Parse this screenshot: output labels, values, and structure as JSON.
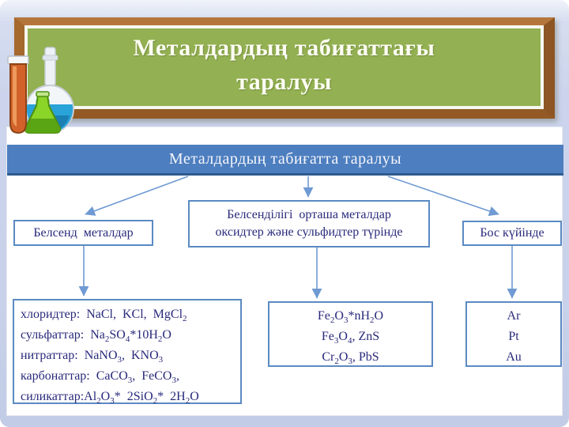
{
  "slide": {
    "title": "Металдардың табиғаттағы\nтаралуы"
  },
  "diagram": {
    "header": "Металдардың табиғатта таралуы",
    "categories": [
      {
        "label": "Белсенд  металдар"
      },
      {
        "label": "Белсенділігі  орташа металдар\nоксидтер және сульфидтер түрінде"
      },
      {
        "label": "Бос күйінде"
      }
    ],
    "details": [
      {
        "lines": [
          "хлоридтер:  NaCl,  KCl,  MgCl_2",
          "сульфаттар:  Na_2SO_4*10H_2O",
          "нитраттар:  NaNO_3,  KNO_3",
          "карбонаттар:  CaCO_3,  FeCO_3,",
          "силикаттар:Al_2O_3*  2SiO_2*  2H_2O"
        ]
      },
      {
        "lines": [
          "Fe_2O_3*nH_2O",
          "Fe_3O_4, ZnS",
          "Cr_2O_3, PbS"
        ]
      },
      {
        "lines": [
          "Ar",
          "Pt",
          "Au"
        ]
      }
    ]
  },
  "icons": {
    "flask": "chemistry-flasks-icon"
  },
  "colors": {
    "board_green": "#93b052",
    "frame_brown": "#a5682d",
    "header_blue": "#4d7ebf",
    "header_border": "#2e5b90",
    "box_border": "#5b8ac2",
    "text_navy": "#28297a",
    "arrow_blue": "#6f9ad3",
    "background": "#c9d2ea"
  }
}
